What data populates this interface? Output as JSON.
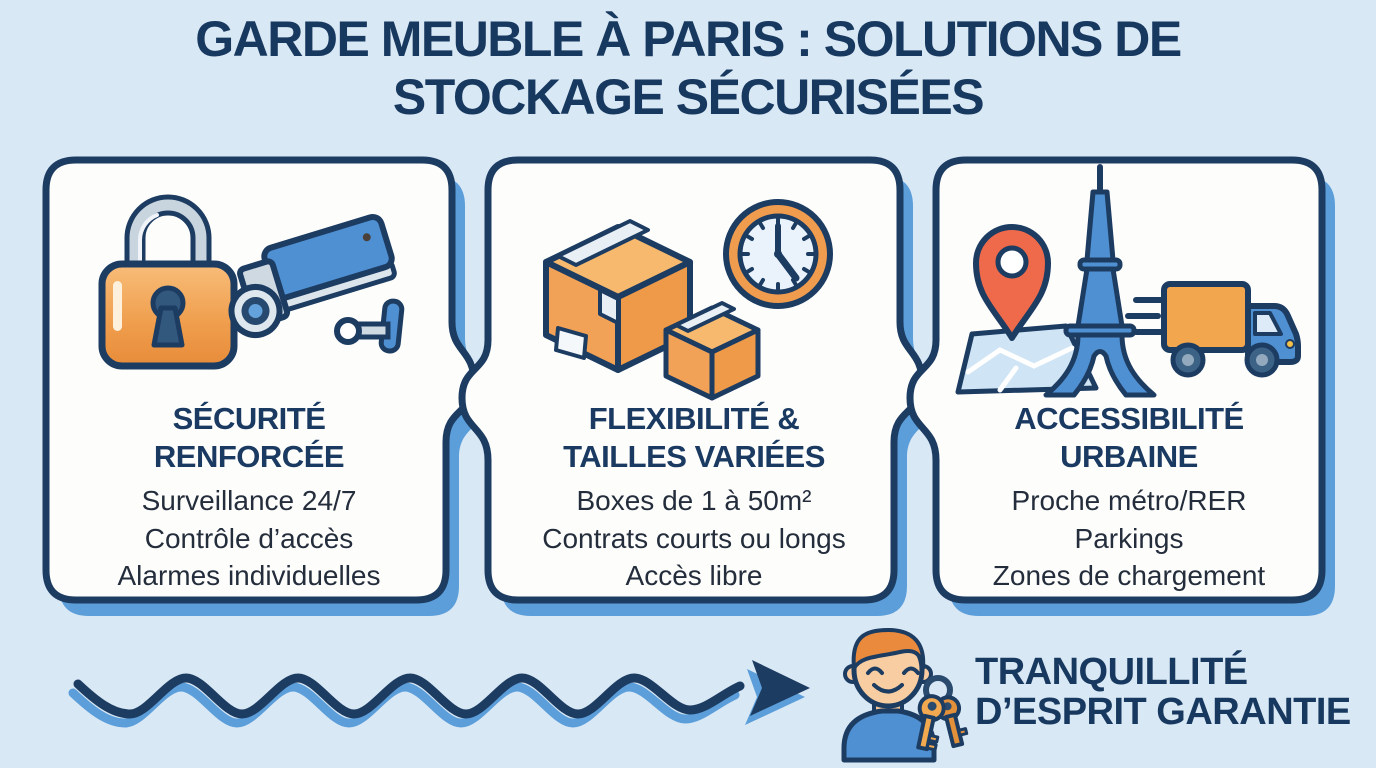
{
  "header": {
    "title": "GARDE MEUBLE À PARIS : SOLUTIONS DE STOCKAGE SÉCURISÉES"
  },
  "cards": [
    {
      "title_line1": "SÉCURITÉ",
      "title_line2": "RENFORCÉE",
      "items": [
        "Surveillance 24/7",
        "Contrôle d’accès",
        "Alarmes individuelles"
      ],
      "icons": [
        "padlock-icon",
        "cctv-camera-icon"
      ]
    },
    {
      "title_line1": "FLEXIBILITÉ &",
      "title_line2": "TAILLES VARIÉES",
      "items": [
        "Boxes de 1 à 50m²",
        "Contrats courts ou longs",
        "Accès libre"
      ],
      "icons": [
        "storage-boxes-icon",
        "clock-icon"
      ]
    },
    {
      "title_line1": "ACCESSIBILITÉ",
      "title_line2": "URBAINE",
      "items": [
        "Proche métro/RER",
        "Parkings",
        "Zones de chargement"
      ],
      "icons": [
        "map-pin-icon",
        "city-map-icon",
        "eiffel-tower-icon",
        "delivery-truck-icon"
      ]
    }
  ],
  "footer": {
    "line1": "TRANQUILLITÉ",
    "line2": "D’ESPRIT GARANTIE",
    "icons": [
      "wavy-arrow-icon",
      "customer-with-keys-icon"
    ]
  },
  "colors": {
    "background": "#d9e8f5",
    "navy_outline": "#1d3c62",
    "navy_text": "#18395f",
    "body_text": "#242d3b",
    "card_fill": "#fdfdfc",
    "shadow_blue": "#5b9ed9",
    "orange": "#f0a053",
    "orange_light": "#f7bc77",
    "red_pin": "#ee6a4a",
    "icon_blue": "#4f90d3",
    "metal_gray": "#ccd7e0",
    "skin": "#f8cda1",
    "hair_orange": "#e98a3c"
  }
}
